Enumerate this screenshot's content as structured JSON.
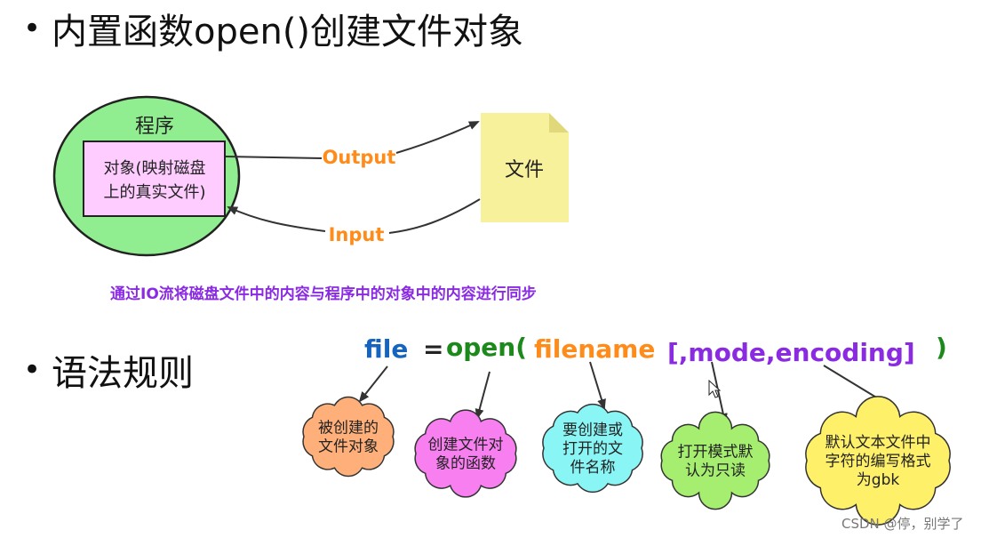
{
  "headings": {
    "bullet": "•",
    "first": "内置函数open()创建文件对象",
    "second": "语法规则"
  },
  "diagram": {
    "program_label": "程序",
    "object_line1": "对象(映射磁盘",
    "object_line2": "上的真实文件)",
    "file_label": "文件",
    "output_label": "Output",
    "input_label": "Input",
    "caption": "通过IO流将磁盘文件中的内容与程序中的对象中的内容进行同步"
  },
  "syntax": {
    "file": "file",
    "equals": "=",
    "open": "open(",
    "filename": "filename",
    "optional": "[,mode,encoding]",
    "close": ")",
    "colors": {
      "file": "#1565c0",
      "equals": "#222222",
      "open": "#1b8a1b",
      "filename": "#ff8c1a",
      "optional": "#8a2be2",
      "close": "#1b8a1b"
    }
  },
  "clouds": [
    {
      "id": "file-object",
      "lines": [
        "被创建的",
        "文件对象"
      ],
      "color": "#ffb07a"
    },
    {
      "id": "open-function",
      "lines": [
        "创建文件对",
        "象的函数"
      ],
      "color": "#f77ff0"
    },
    {
      "id": "filename",
      "lines": [
        "要创建或",
        "打开的文",
        "件名称"
      ],
      "color": "#8af5f5"
    },
    {
      "id": "mode",
      "lines": [
        "打开模式默",
        "认为只读"
      ],
      "color": "#a6ee70"
    },
    {
      "id": "encoding",
      "lines": [
        "默认文本文件中",
        "字符的编写格式",
        "为gbk"
      ],
      "color": "#fff06a"
    }
  ],
  "watermark": "CSDN @停，别学了",
  "colors": {
    "program_circle": "#90ee90",
    "object_box": "#ffccff",
    "file_doc": "#f7f19c",
    "arrow_label": "#ff8c1a"
  }
}
